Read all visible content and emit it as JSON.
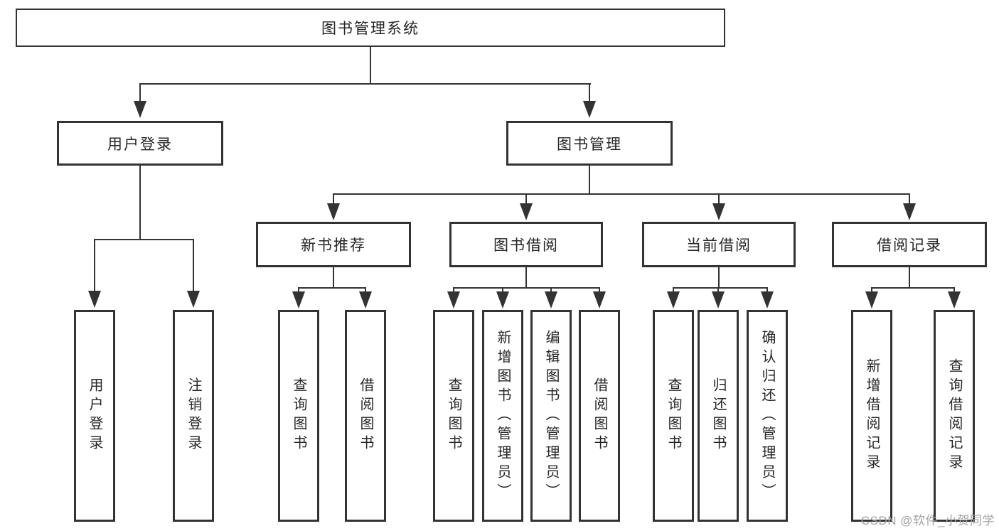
{
  "colors": {
    "line": "#333333",
    "text": "#262626",
    "box_bg": "#ffffff",
    "background": "#ffffff",
    "watermark": "#a3a3a3"
  },
  "watermark": {
    "text": "CSDN @软件_小贺同学"
  },
  "tree": {
    "root": {
      "label": "图书管理系统",
      "children": [
        {
          "label": "用户登录",
          "children": [
            {
              "label": "用户登录"
            },
            {
              "label": "注销登录"
            }
          ]
        },
        {
          "label": "图书管理",
          "children": [
            {
              "label": "新书推荐",
              "children": [
                {
                  "label": "查询图书"
                },
                {
                  "label": "借阅图书"
                }
              ]
            },
            {
              "label": "图书借阅",
              "children": [
                {
                  "label": "查询图书"
                },
                {
                  "label": "新增图书（管理员）"
                },
                {
                  "label": "编辑图书（管理员）"
                },
                {
                  "label": "借阅图书"
                }
              ]
            },
            {
              "label": "当前借阅",
              "children": [
                {
                  "label": "查询图书"
                },
                {
                  "label": "归还图书"
                },
                {
                  "label": "确认归还（管理员）"
                }
              ]
            },
            {
              "label": "借阅记录",
              "children": [
                {
                  "label": "新增借阅记录"
                },
                {
                  "label": "查询借阅记录"
                }
              ]
            }
          ]
        }
      ]
    }
  }
}
